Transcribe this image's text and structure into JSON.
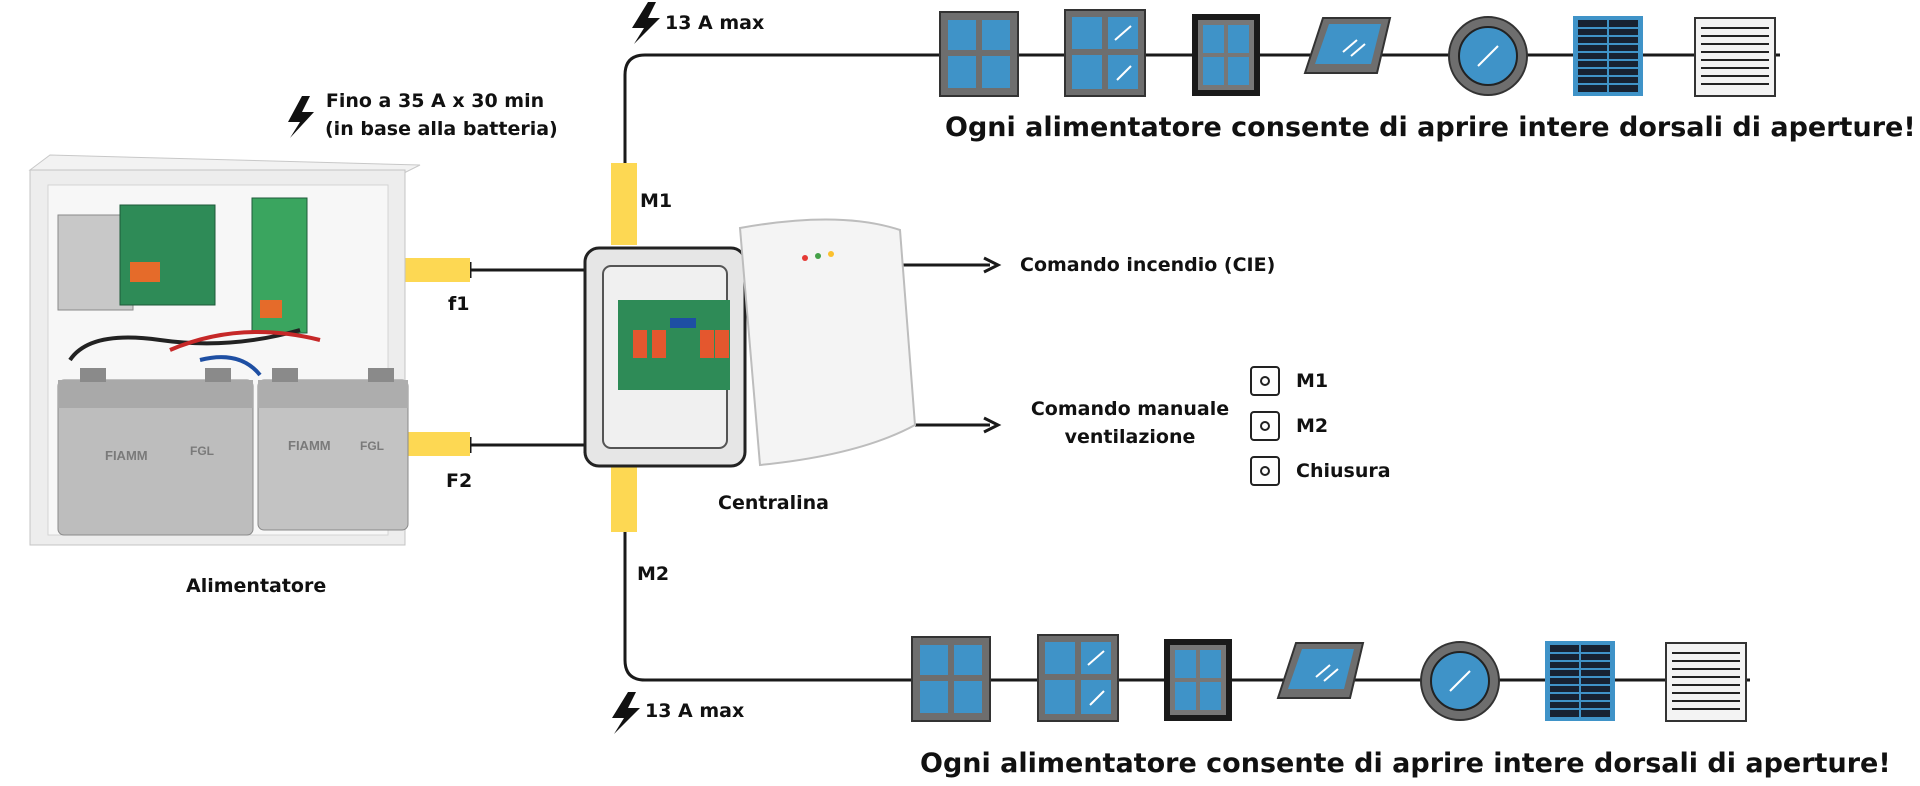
{
  "colors": {
    "line": "#1a1a1a",
    "connector": "#fdd853",
    "glass": "#3f93c8",
    "frame": "#6e6e6e"
  },
  "power_supply": {
    "label": "Alimentatore",
    "rating_line1": "Fino a 35 A x 30 min",
    "rating_line2": "(in base alla batteria)",
    "fuse_top": "f1",
    "fuse_bottom": "F2",
    "battery_brand": "FIAMM",
    "battery_sub": "FGL"
  },
  "control_unit": {
    "label": "Centralina",
    "output_top": "M1",
    "output_bottom": "M2"
  },
  "lines": {
    "top_max": "13 A max",
    "bottom_max": "13 A max",
    "top_title": "Ogni alimentatore consente di aprire intere dorsali di aperture!",
    "bottom_title": "Ogni alimentatore consente di aprire intere dorsali di aperture!"
  },
  "commands": {
    "fire": "Comando incendio (CIE)",
    "manual_line1": "Comando manuale",
    "manual_line2": "ventilazione",
    "buttons": [
      "M1",
      "M2",
      "Chiusura"
    ]
  },
  "openings": [
    "window-4pane-icon",
    "window-4pane-tilt-icon",
    "window-black-frame-icon",
    "skylight-icon",
    "round-window-icon",
    "louver-dark-icon",
    "louver-light-icon"
  ]
}
